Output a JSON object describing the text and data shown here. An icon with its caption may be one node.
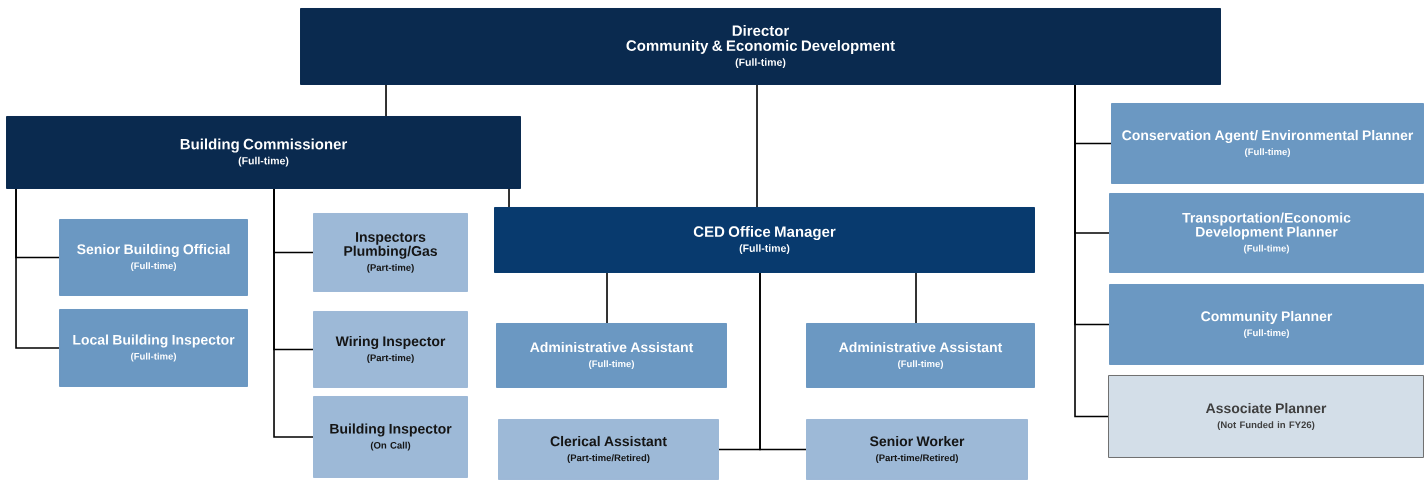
{
  "diagram": {
    "nodes": [
      {
        "text": [
          "Director",
          "Community & Economic Development",
          "(Full-time)"
        ]
      },
      {
        "text": [
          "Building Commissioner",
          "(Full-time)"
        ]
      },
      {
        "text": [
          "Senior Building Official",
          "(Full-time)"
        ]
      },
      {
        "text": [
          "Local Building Inspector",
          "(Full-time)"
        ]
      },
      {
        "text": [
          "Inspectors Plumbing/Gas",
          "(Part-time)"
        ]
      },
      {
        "text": [
          "Wiring Inspector",
          "(Part-time)"
        ]
      },
      {
        "text": [
          "Building Inspector",
          "(On Call)"
        ]
      },
      {
        "text": [
          "CED Office Manager",
          "(Full-time)"
        ]
      },
      {
        "text": [
          "Administrative Assistant",
          "(Full-time)"
        ]
      },
      {
        "text": [
          "Administrative Assistant",
          "(Full-time)"
        ]
      },
      {
        "text": [
          "Clerical Assistant",
          "(Part-time/Retired)"
        ]
      },
      {
        "text": [
          "Senior Worker",
          "(Part-time/Retired)"
        ]
      },
      {
        "text": [
          "Conservation Agent/ Environmental Planner",
          "(Full-time)"
        ]
      },
      {
        "text": [
          "Transportation/Economic Development Planner",
          "(Full-time)"
        ]
      },
      {
        "text": [
          "Community Planner",
          "(Full-time)"
        ]
      },
      {
        "text": [
          "Associate Planner",
          "(Not Funded in FY26)"
        ]
      }
    ],
    "edges": [
      {
        "from": 0,
        "to": 1,
        "arrow": "none"
      },
      {
        "from": 0,
        "to": 7,
        "arrow": "none"
      },
      {
        "from": 0,
        "to": 12,
        "arrow": "none"
      },
      {
        "from": 0,
        "to": 13,
        "arrow": "none"
      },
      {
        "from": 0,
        "to": 14,
        "arrow": "none"
      },
      {
        "from": 0,
        "to": 15,
        "arrow": "none"
      },
      {
        "from": 1,
        "to": 2,
        "arrow": "none"
      },
      {
        "from": 1,
        "to": 3,
        "arrow": "none"
      },
      {
        "from": 1,
        "to": 4,
        "arrow": "none"
      },
      {
        "from": 1,
        "to": 5,
        "arrow": "none"
      },
      {
        "from": 1,
        "to": 6,
        "arrow": "none"
      },
      {
        "from": 1,
        "to": 7,
        "arrow": "none"
      },
      {
        "from": 7,
        "to": 8,
        "arrow": "none"
      },
      {
        "from": 7,
        "to": 9,
        "arrow": "none"
      },
      {
        "from": 7,
        "to": 10,
        "arrow": "none"
      },
      {
        "from": 7,
        "to": 11,
        "arrow": "none"
      }
    ]
  }
}
